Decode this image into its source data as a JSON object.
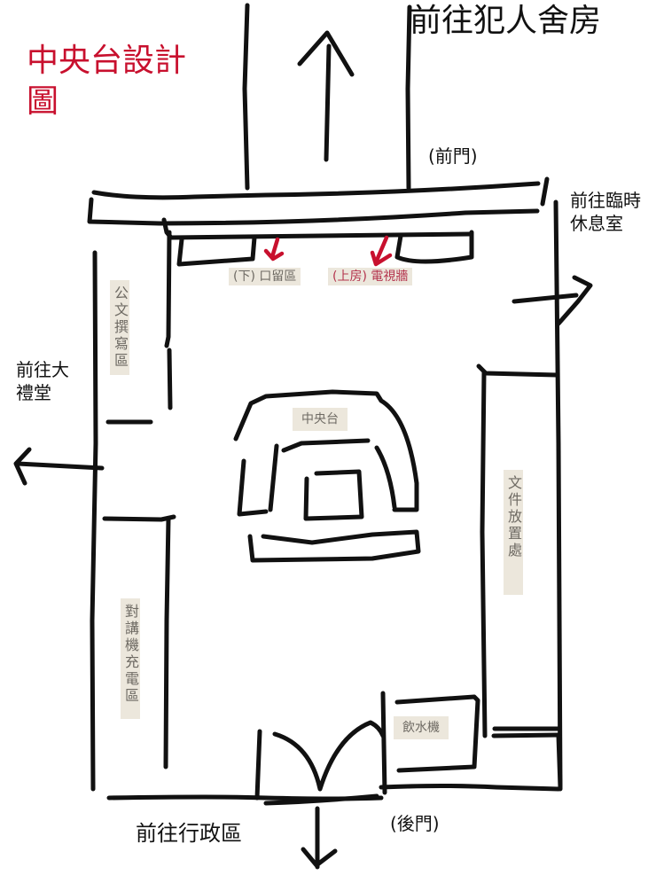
{
  "title": "中央台設計圖",
  "directions": {
    "north": "前往犯人舍房",
    "front_door": "(前門)",
    "east": "前往臨時休息室",
    "west": "前往大禮堂",
    "south": "前往行政區",
    "back_door": "(後門)"
  },
  "areas": {
    "holding": "(下) 口留區",
    "tv_wall": "(上房) 電視牆",
    "document_writing": "公文撰寫區",
    "central_desk": "中央台",
    "file_storage": "文件放置處",
    "radio_charging": "對講機充電區",
    "water_dispenser": "飲水機"
  },
  "colors": {
    "title": "#c8102e",
    "stroke": "#111111",
    "label_bg": "#ece7dc",
    "label_text": "#6e6a63",
    "red_arrow": "#c8102e"
  }
}
